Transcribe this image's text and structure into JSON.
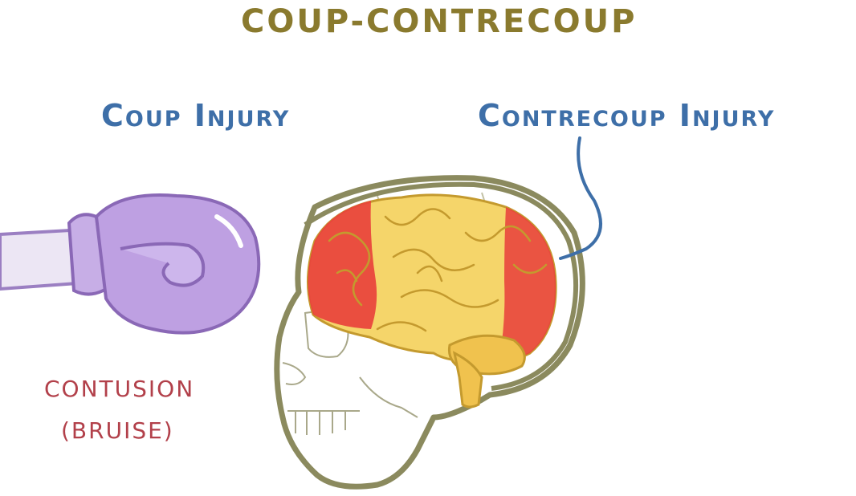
{
  "title": "COUP-CONTRECOUP",
  "labels": {
    "coup_injury": "Coup Injury",
    "contrecoup_injury": "Contrecoup Injury",
    "contusion": "CONTUSION",
    "bruise": "(BRUISE)"
  },
  "colors": {
    "title": "#8a7a2e",
    "label_blue": "#3e6fa8",
    "label_red": "#b2404a",
    "glove": "#b89ad8",
    "brain": "#f5d56a",
    "injury": "#e8423c",
    "skull_outline": "#8b8a5e"
  }
}
